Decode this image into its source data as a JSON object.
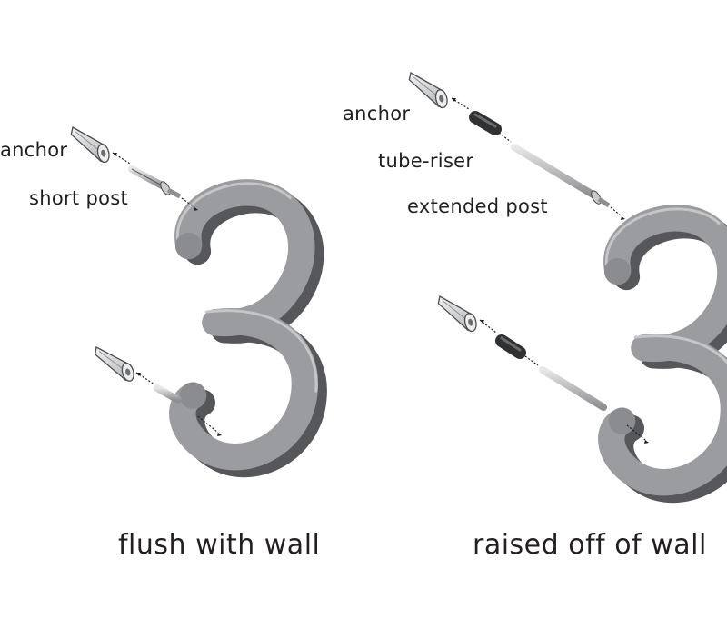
{
  "left_panel": {
    "anchor_label": "anchor",
    "post_label": "short post",
    "caption": "flush with wall"
  },
  "right_panel": {
    "anchor_label": "anchor",
    "riser_label": "tube-riser",
    "post_label": "extended post",
    "caption": "raised off of wall"
  },
  "colors": {
    "numeral_face": "#9a9c9f",
    "numeral_side": "#5c5e61",
    "anchor": "#d9dadb",
    "post": "#b8babc",
    "riser": "#2f3133",
    "text": "#231f20"
  }
}
